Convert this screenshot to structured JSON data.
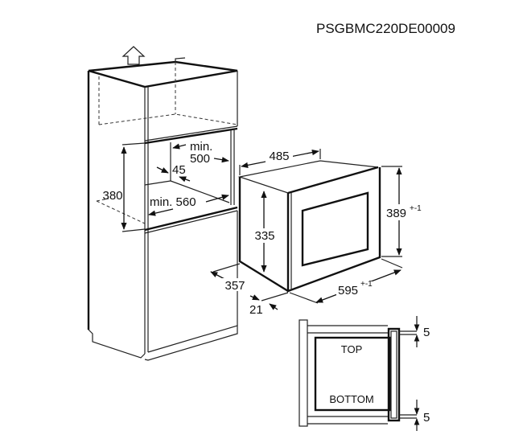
{
  "code": "PSGBMC220DE00009",
  "cabinet": {
    "min_label_1": "min.",
    "depth_500": "500",
    "gap_45": "45",
    "height_380": "380",
    "width_label": "min. 560"
  },
  "appliance": {
    "width_485": "485",
    "height_335": "335",
    "height_389": "389",
    "tol_389": "+-1",
    "depth_357": "357",
    "depth_21": "21",
    "width_595": "595",
    "tol_595": "+-1"
  },
  "detail": {
    "top": "TOP",
    "bottom": "BOTTOM",
    "gap_top": "5",
    "gap_bottom": "5"
  }
}
